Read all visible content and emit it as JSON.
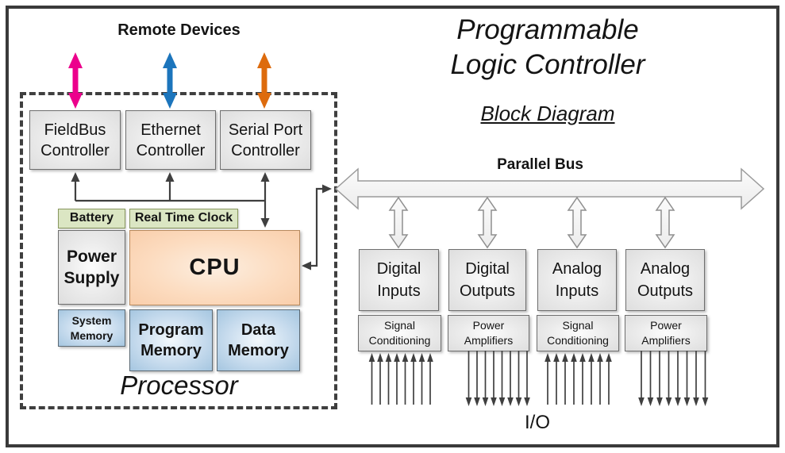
{
  "header": {
    "title_line1": "Programmable",
    "title_line2": "Logic Controller",
    "subtitle": "Block Diagram"
  },
  "labels": {
    "remote_devices": "Remote Devices",
    "parallel_bus": "Parallel Bus",
    "processor": "Processor",
    "io": "I/O"
  },
  "processor_blocks": {
    "fieldbus": {
      "line1": "FieldBus",
      "line2": "Controller"
    },
    "ethernet": {
      "line1": "Ethernet",
      "line2": "Controller"
    },
    "serial": {
      "line1": "Serial Port",
      "line2": "Controller"
    },
    "battery": "Battery",
    "real_time_clock": "Real Time Clock",
    "power_supply": {
      "line1": "Power",
      "line2": "Supply"
    },
    "cpu": "CPU",
    "system_memory": {
      "line1": "System",
      "line2": "Memory"
    },
    "program_memory": {
      "line1": "Program",
      "line2": "Memory"
    },
    "data_memory": {
      "line1": "Data",
      "line2": "Memory"
    }
  },
  "io_modules": [
    {
      "line1": "Digital",
      "line2": "Inputs",
      "sub_line1": "Signal",
      "sub_line2": "Conditioning",
      "field_arrows": 8,
      "direction": "in"
    },
    {
      "line1": "Digital",
      "line2": "Outputs",
      "sub_line1": "Power",
      "sub_line2": "Amplifiers",
      "field_arrows": 8,
      "direction": "out"
    },
    {
      "line1": "Analog",
      "line2": "Inputs",
      "sub_line1": "Signal",
      "sub_line2": "Conditioning",
      "field_arrows": 8,
      "direction": "in"
    },
    {
      "line1": "Analog",
      "line2": "Outputs",
      "sub_line1": "Power",
      "sub_line2": "Amplifiers",
      "field_arrows": 8,
      "direction": "out"
    }
  ],
  "colors": {
    "fieldbus_remote_arrow": "#EC008C",
    "ethernet_remote_arrow": "#1C75BC",
    "serial_remote_arrow": "#DD6B0D",
    "cpu_fill": "#FBD5B5",
    "memory_fill": "#AECBE4",
    "clock_fill": "#DBE6C3",
    "block_fill": "#E7E7E7",
    "wire": "#3F3F3F"
  }
}
